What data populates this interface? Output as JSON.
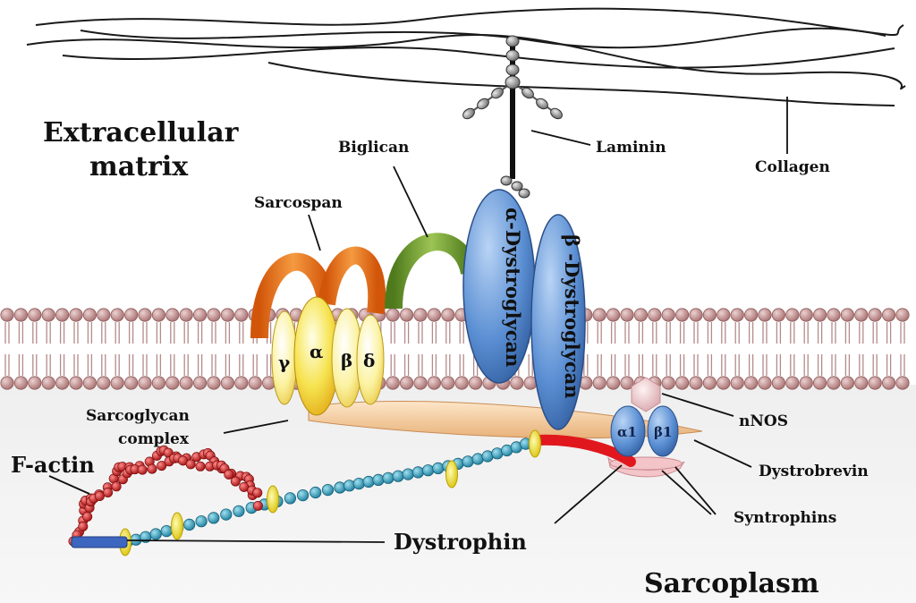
{
  "labels": {
    "extracellular_line1": "Extracellular",
    "extracellular_line2": "matrix",
    "biglican": "Biglican",
    "laminin": "Laminin",
    "collagen": "Collagen",
    "sarcospan": "Sarcospan",
    "alpha_dystroglycan": "α-Dystroglycan",
    "beta_dystroglycan": "β -Dystroglycan",
    "gamma": "γ",
    "alpha": "α",
    "beta": "β",
    "delta": "δ",
    "sarcoglycan_line1": "Sarcoglycan",
    "sarcoglycan_line2": "complex",
    "nnos": "nNOS",
    "alpha1": "α1",
    "beta1": "β1",
    "dystrobrevin": "Dystrobrevin",
    "f_actin": "F-actin",
    "syntrophins": "Syntrophins",
    "dystrophin": "Dystrophin",
    "sarcoplasm": "Sarcoplasm"
  },
  "colors": {
    "membrane_head": "#c99a9a",
    "sarcospan": "#e8741a",
    "biglican": "#6f9a2e",
    "dystroglycan": "#5b8fd3",
    "sarcoglycan": "#f2d21a",
    "dystrophin_bead": "#3aa9c9",
    "dystrophin_ring": "#f0e01a",
    "f_actin": "#cc1a1a",
    "nnos": "#eecdd0",
    "syntrophin": "#f3c4c8",
    "dystrobrevin": "#f5d3a8"
  },
  "icons": {
    "laminin": "laminin-cross-icon",
    "membrane": "lipid-bilayer-icon"
  }
}
